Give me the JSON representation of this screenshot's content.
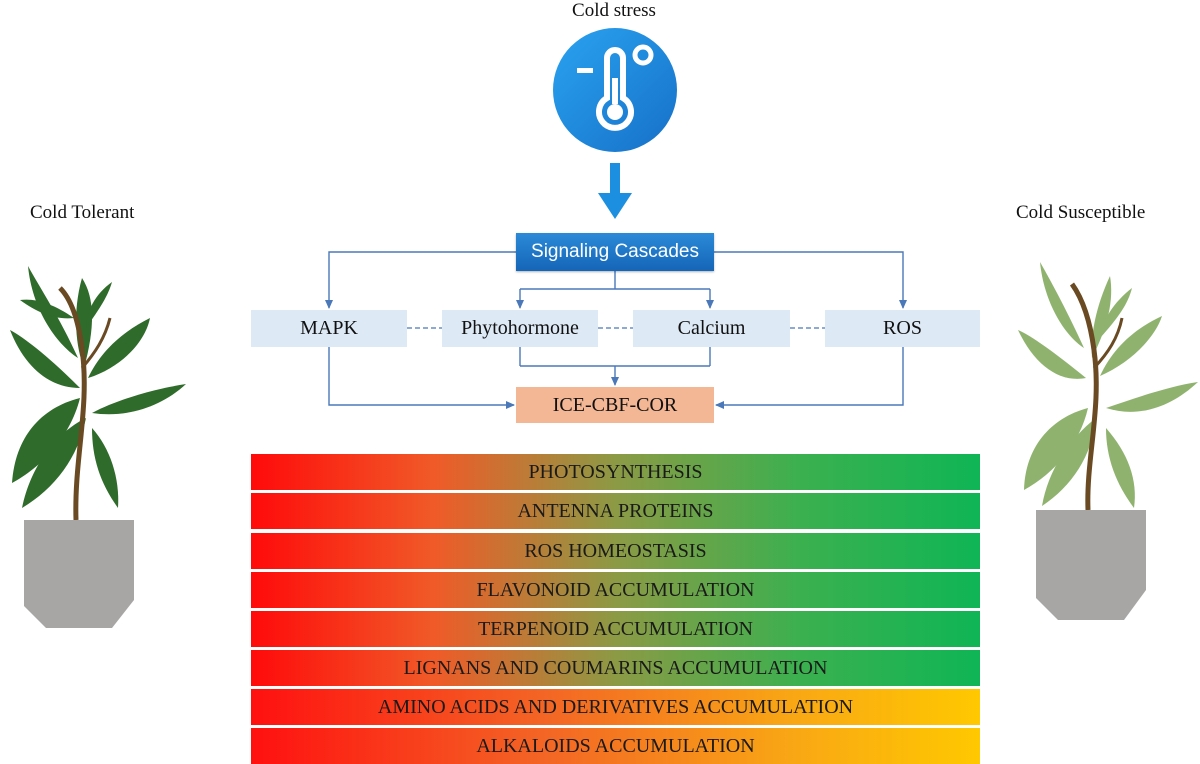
{
  "title": "Cold stress",
  "left_plant": {
    "label": "Cold Tolerant"
  },
  "right_plant": {
    "label": "Cold Susceptible"
  },
  "signaling": {
    "label": "Signaling Cascades"
  },
  "pathways": {
    "mapk": "MAPK",
    "phytohormone": "Phytohormone",
    "calcium": "Calcium",
    "ros": "ROS"
  },
  "target": {
    "label": "ICE-CBF-COR"
  },
  "bars": [
    {
      "label": "PHOTOSYNTHESIS",
      "scale": "red-green"
    },
    {
      "label": "ANTENNA PROTEINS",
      "scale": "red-green"
    },
    {
      "label": "ROS HOMEOSTASIS",
      "scale": "red-green"
    },
    {
      "label": "FLAVONOID ACCUMULATION",
      "scale": "red-green"
    },
    {
      "label": "TERPENOID ACCUMULATION",
      "scale": "red-green"
    },
    {
      "label": "LIGNANS AND COUMARINS ACCUMULATION",
      "scale": "red-green"
    },
    {
      "label": "AMINO ACIDS AND DERIVATIVES ACCUMULATION",
      "scale": "red-yellow"
    },
    {
      "label": "ALKALOIDS ACCUMULATION",
      "scale": "red-yellow"
    }
  ],
  "colors": {
    "icon_blue": "#1d8fe0",
    "signaling_blue": "#1f74c6",
    "node_fill": "#dde9f5",
    "target_fill": "#f3b795",
    "tolerant_leaf": "#2f6b2a",
    "susceptible_leaf": "#8fb36f",
    "pot": "#a8a6a5",
    "connector": "#4a78b8"
  }
}
